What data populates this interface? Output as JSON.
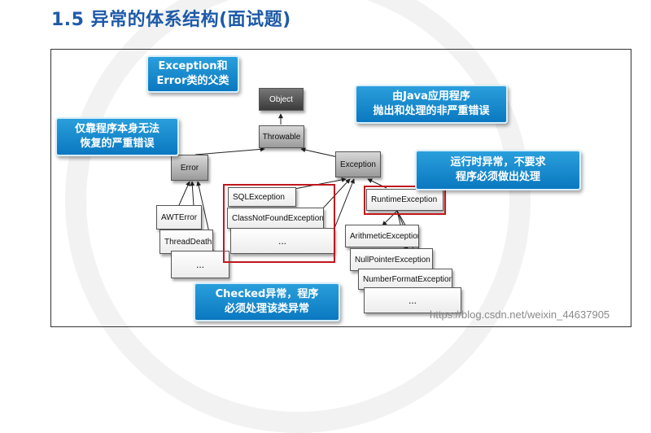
{
  "title": "1.5   异常的体系结构(面试题)",
  "nodes": {
    "object": "Object",
    "throwable": "Throwable",
    "error": "Error",
    "exception": "Exception",
    "awterror": "AWTError",
    "threaddeath": "ThreadDeath",
    "error_more": "...",
    "sqlexception": "SQLException",
    "classnotfound": "ClassNotFoundException",
    "checked_more": "...",
    "runtime": "RuntimeException",
    "arithmetic": "ArithmeticException",
    "nullpointer": "NullPointerException",
    "numberformat": "NumberFormatException",
    "runtime_more": "..."
  },
  "callouts": {
    "parent": [
      "Exception和",
      "Error类的父类"
    ],
    "error": [
      "仅靠程序本身无法",
      "恢复的严重错误"
    ],
    "exception": [
      "由Java应用程序",
      "抛出和处理的非严重错误"
    ],
    "runtime": [
      "运行时异常，不要求",
      "程序必须做出处理"
    ],
    "checked": [
      "Checked异常，程序",
      "必须处理该类异常"
    ]
  },
  "footer": "https://blog.csdn.net/weixin_44637905",
  "colors": {
    "title": "#1e5aa8",
    "callout": "#0a78c0",
    "highlight": "#c0171c"
  }
}
